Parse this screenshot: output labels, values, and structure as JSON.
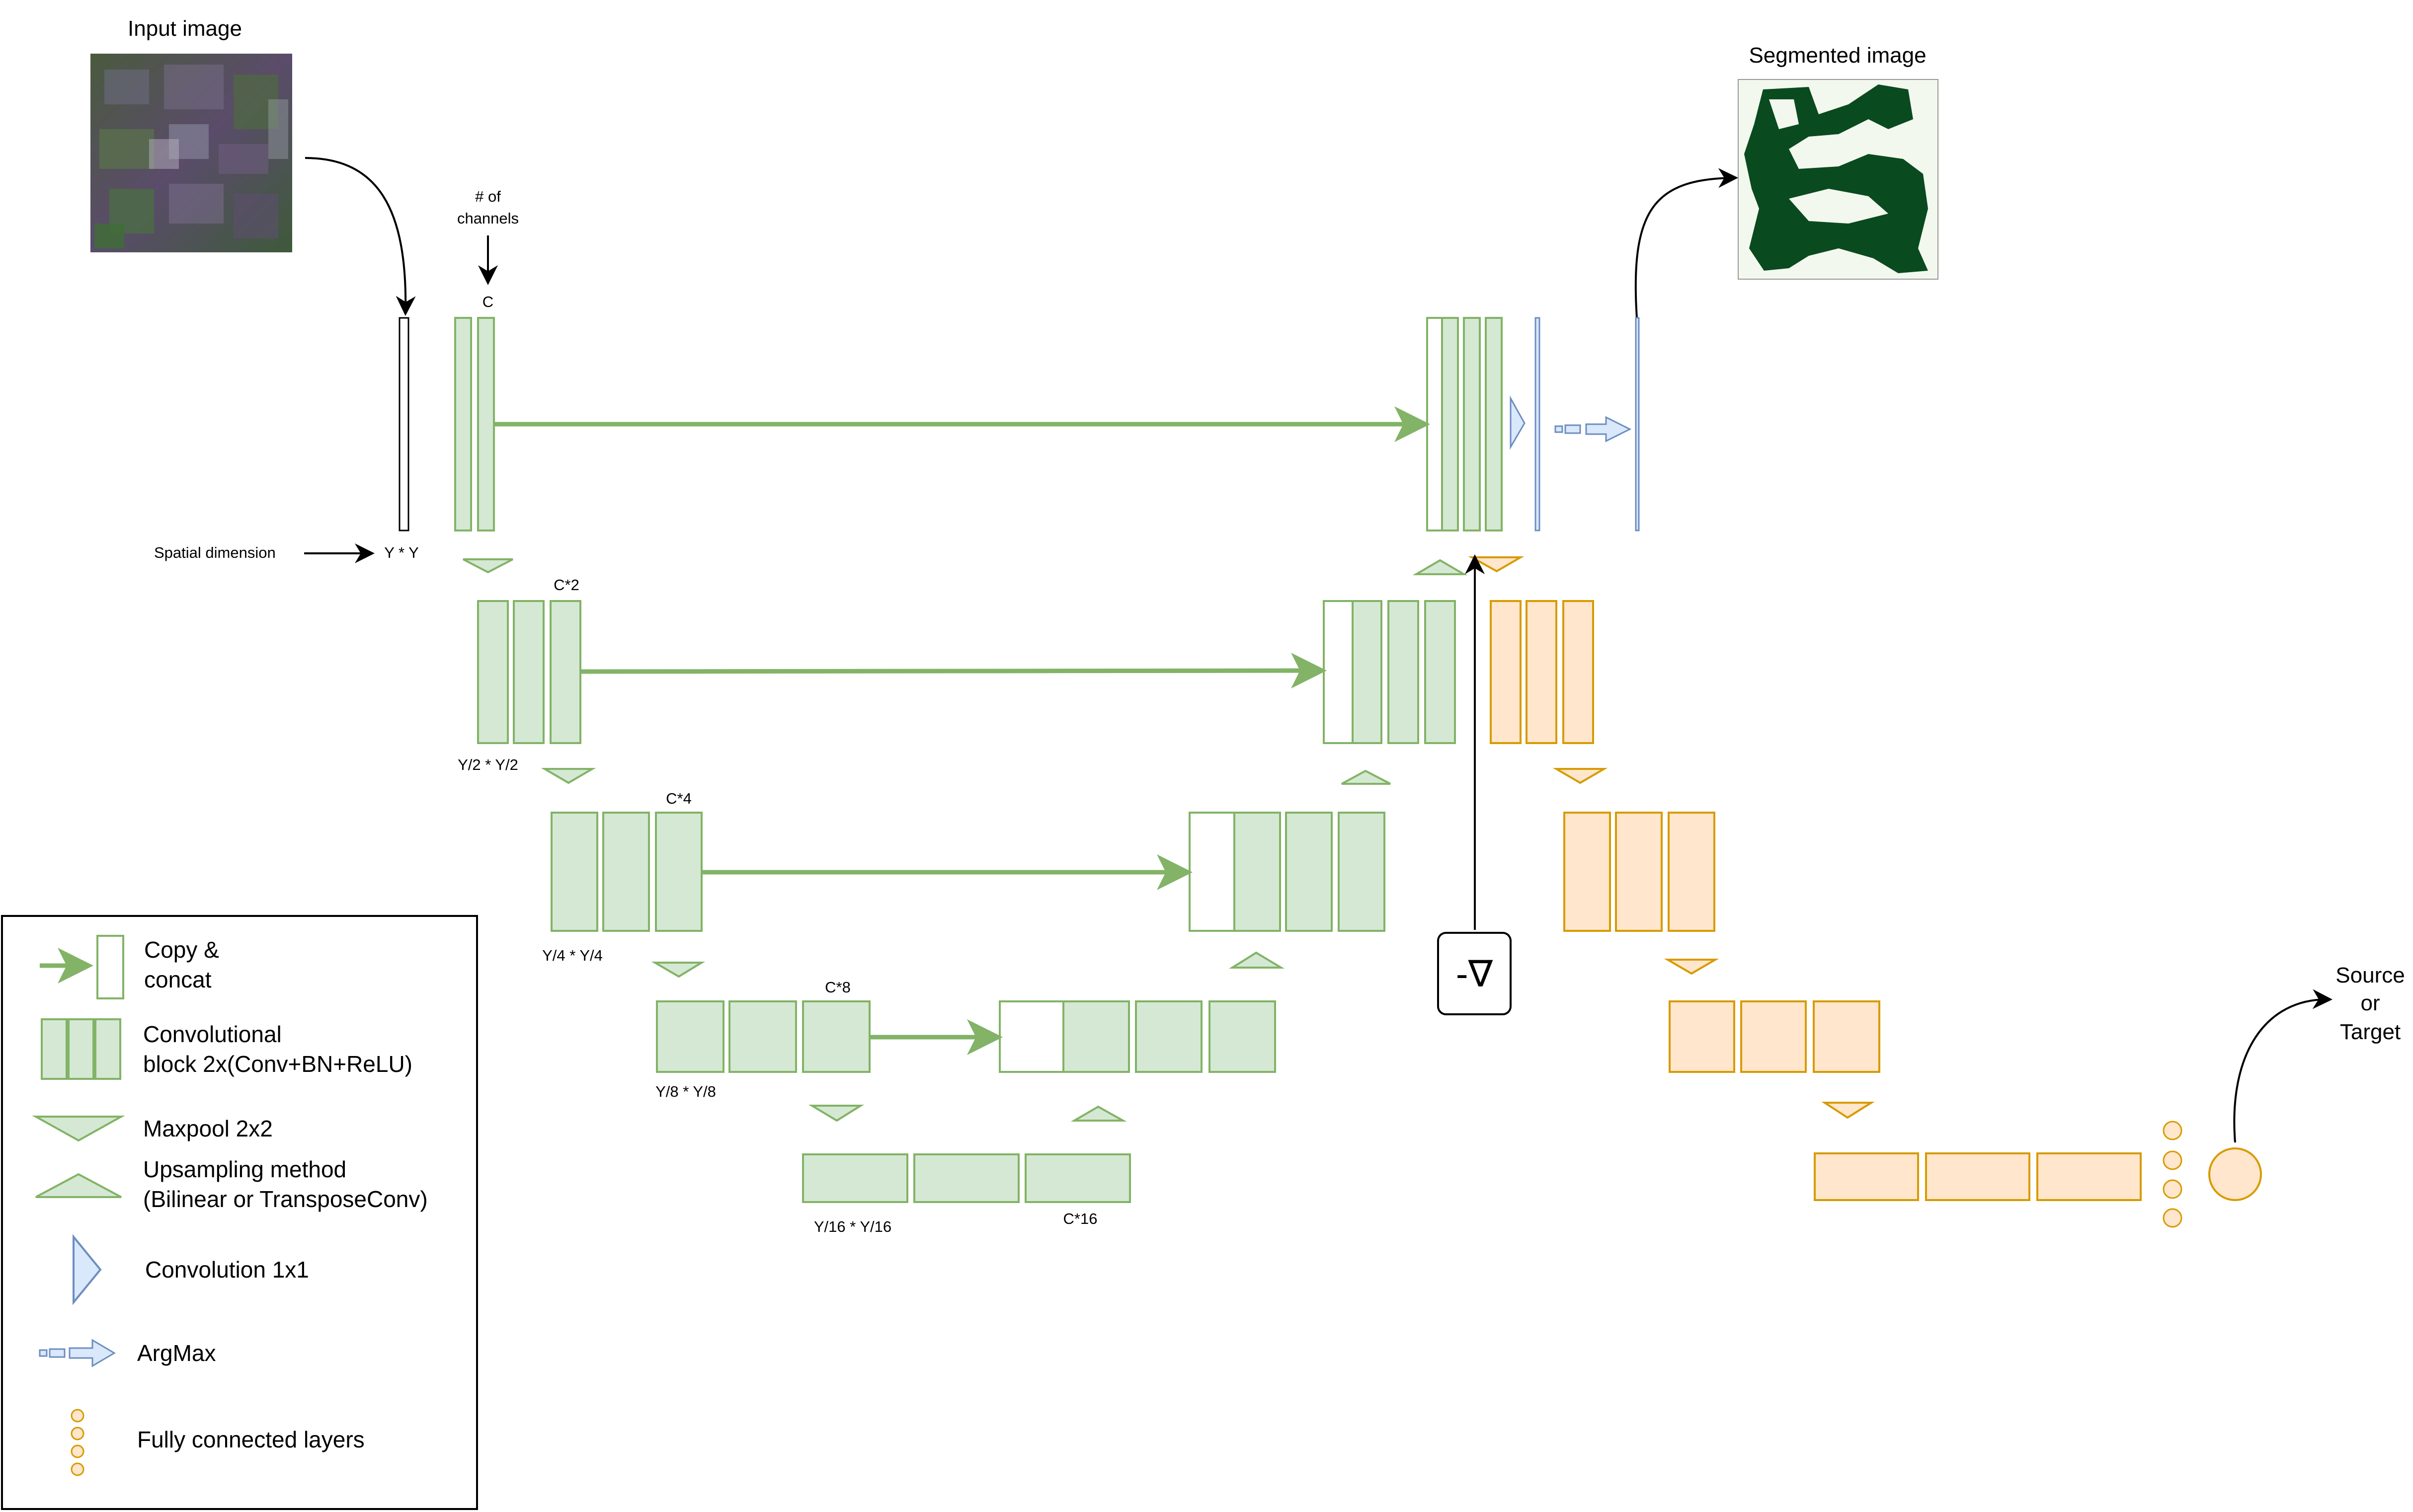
{
  "labels": {
    "input_image": "Input image",
    "segmented_image": "Segmented image",
    "num_channels_line1": "# of",
    "num_channels_line2": "channels",
    "spatial_dimension": "Spatial dimension",
    "c": "C",
    "y_y": "Y * Y",
    "c2": "C*2",
    "y2": "Y/2 * Y/2",
    "c4": "C*4",
    "y4": "Y/4 * Y/4",
    "c8": "C*8",
    "y8": "Y/8 * Y/8",
    "c16": "C*16",
    "y16": "Y/16 * Y/16",
    "neg_grad": "-∇",
    "source_line1": "Source",
    "source_line2": "or",
    "source_line3": "Target"
  },
  "legend": {
    "copy_concat_line1": "Copy &",
    "copy_concat_line2": "concat",
    "conv_block_line1": "Convolutional",
    "conv_block_line2": "block 2x(Conv+BN+ReLU)",
    "maxpool": "Maxpool 2x2",
    "upsampling_line1": "Upsampling method",
    "upsampling_line2": "(Bilinear or TransposeConv)",
    "conv1x1": "Convolution 1x1",
    "argmax": "ArgMax",
    "fc_layers": "Fully connected layers"
  },
  "colors": {
    "green_fill": "#d5e8d4",
    "green_stroke": "#82b366",
    "orange_fill": "#ffe6cc",
    "orange_stroke": "#d79b00",
    "blue_fill": "#dae8fc",
    "blue_stroke": "#6c8ebf",
    "segment_dark": "#0a4a1f",
    "segment_light": "#f2f8ee"
  }
}
